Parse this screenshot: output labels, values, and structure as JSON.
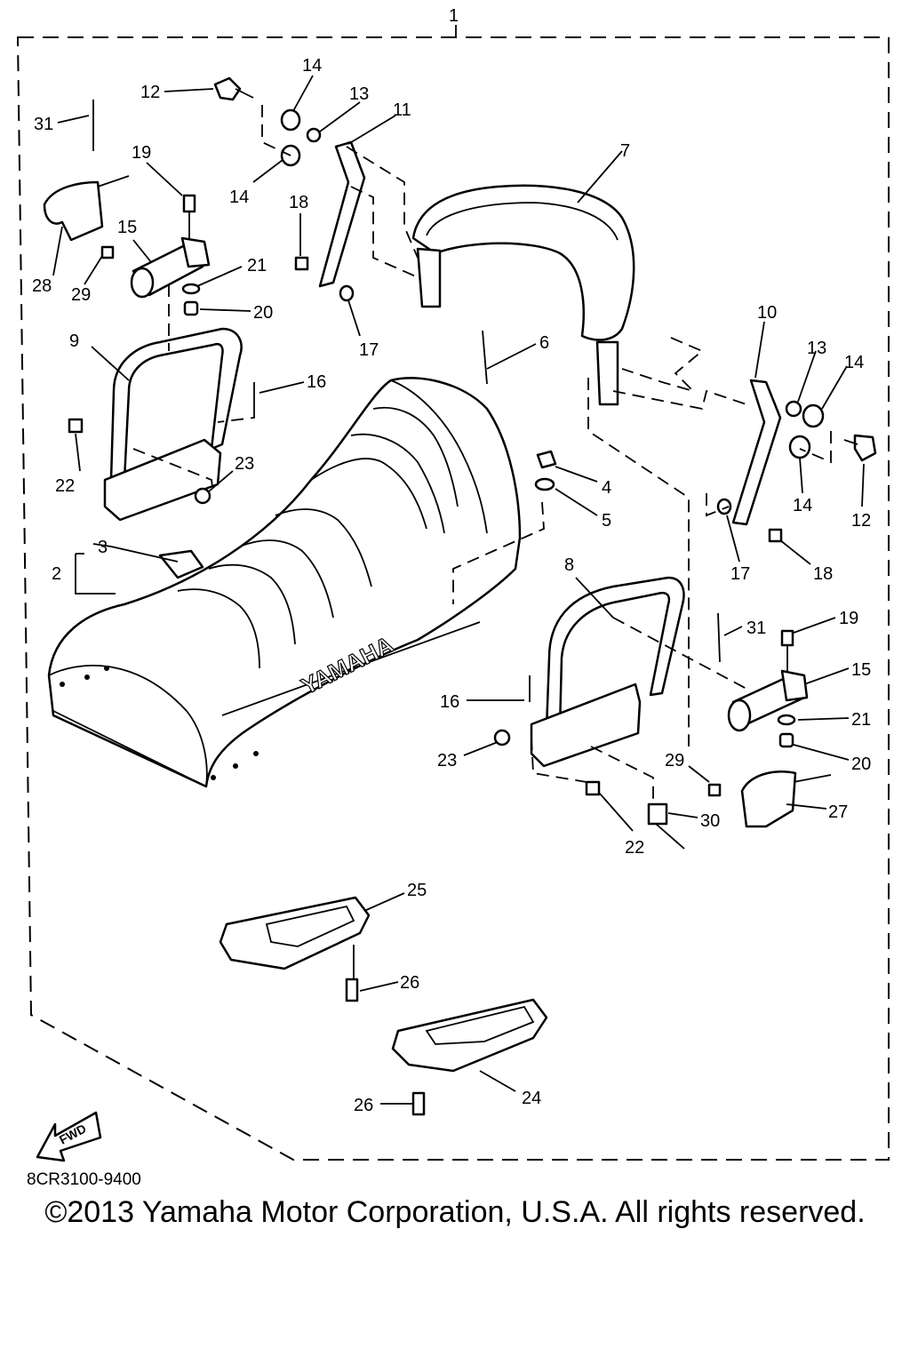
{
  "diagram": {
    "drawing_code": "8CR3100-9400",
    "copyright": "©2013 Yamaha Motor Corporation, U.S.A. All rights reserved.",
    "seat_brand": "YAMAHA",
    "direction_arrow_label": "FWD",
    "callouts": {
      "c1": "1",
      "c2": "2",
      "c3": "3",
      "c4": "4",
      "c5": "5",
      "c6": "6",
      "c7": "7",
      "c8": "8",
      "c9": "9",
      "c10": "10",
      "c11": "11",
      "c12a": "12",
      "c12b": "12",
      "c13a": "13",
      "c13b": "13",
      "c14a": "14",
      "c14b": "14",
      "c14c": "14",
      "c14d": "14",
      "c15a": "15",
      "c15b": "15",
      "c16a": "16",
      "c16b": "16",
      "c17a": "17",
      "c17b": "17",
      "c18a": "18",
      "c18b": "18",
      "c19a": "19",
      "c19b": "19",
      "c20a": "20",
      "c20b": "20",
      "c21a": "21",
      "c21b": "21",
      "c22a": "22",
      "c22b": "22",
      "c23a": "23",
      "c23b": "23",
      "c24": "24",
      "c25": "25",
      "c26a": "26",
      "c26b": "26",
      "c27": "27",
      "c28": "28",
      "c29a": "29",
      "c29b": "29",
      "c30": "30",
      "c31a": "31",
      "c31b": "31"
    }
  }
}
